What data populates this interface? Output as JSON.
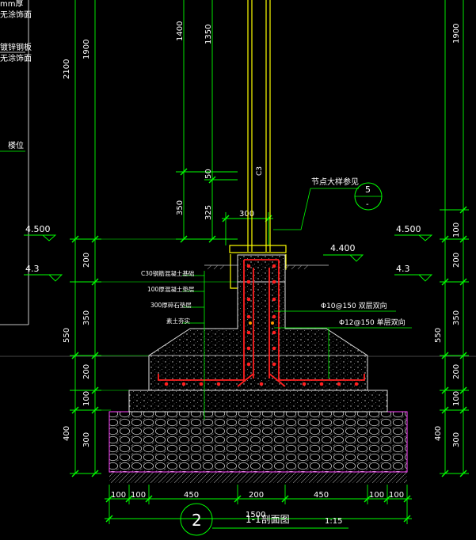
{
  "colors": {
    "background": "#000000",
    "dimension": "#00ff00",
    "text": "#ffffff",
    "column": "#ffff00",
    "rebar": "#ff0000",
    "grade": "#ff00ff",
    "concrete": "#d0d0d0"
  },
  "left_notes": {
    "line1": "mm厚",
    "line2": "无涂饰面",
    "line3": "镀锌钢板",
    "line4": "无涂饰面",
    "line5": "楼位"
  },
  "dims_left": {
    "d1900": "1900",
    "d2100": "2100",
    "d200": "200",
    "d350": "350",
    "d550": "550",
    "d200b": "200",
    "d100": "100",
    "d400": "400",
    "d300": "300"
  },
  "dims_right": {
    "d1900": "1900",
    "d100": "100",
    "d200": "200",
    "d350": "350",
    "d550": "550",
    "d200b": "200",
    "d100b": "100",
    "d400": "400",
    "d300": "300"
  },
  "dims_column": {
    "d1400": "1400",
    "d1350": "1350",
    "d50": "50",
    "d350": "350",
    "d325": "325",
    "d300": "300"
  },
  "levels": {
    "left_4500": "4.500",
    "left_43": "4.3",
    "center_4400": "4.400",
    "right_4500": "4.500",
    "right_43": "4.3"
  },
  "labels": {
    "node_ref": "节点大样参见",
    "detail_num": "5",
    "detail_sheet": "-",
    "layer1": "C30钢筋混凝土基础",
    "layer2": "100厚混凝土垫层",
    "layer3": "300厚碎石垫层",
    "layer4": "素土夯实",
    "rebar1": "Φ10@150 双层双向",
    "rebar2": "Φ12@150 单层双向",
    "col_mark": "C3"
  },
  "bottom_dims": {
    "s1": "100",
    "s2": "100",
    "s3": "450",
    "s4": "200",
    "s5": "450",
    "s6": "100",
    "s7": "100",
    "total": "1500"
  },
  "title": {
    "number": "2",
    "name": "1-1剖面图",
    "scale": "1:15"
  }
}
